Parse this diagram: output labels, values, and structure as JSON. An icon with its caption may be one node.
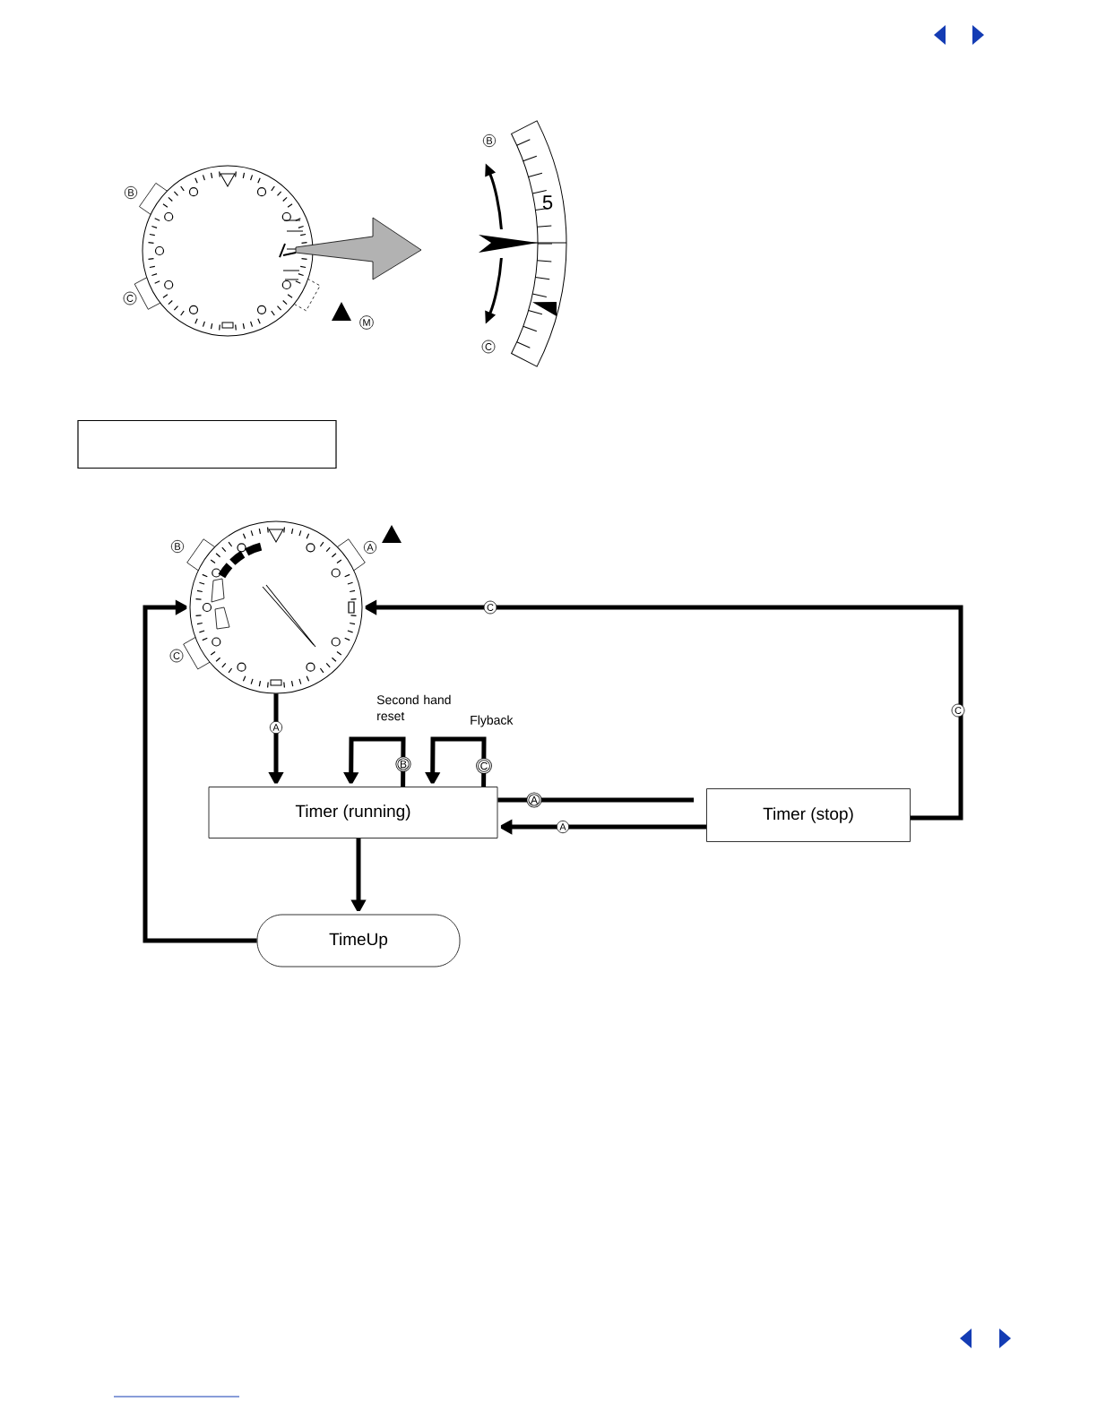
{
  "diagram": {
    "nodes": [
      {
        "text": [],
        "shape": "box"
      },
      {
        "text": [],
        "shape": "picture"
      },
      {
        "text": [
          "Timer (running)"
        ]
      },
      {
        "text": [
          "Timer (stop)"
        ]
      },
      {
        "text": [
          "TimeUp"
        ]
      }
    ],
    "edges": [
      {
        "from": 1,
        "to": 2,
        "arrow": "to",
        "label": "A"
      },
      {
        "from": 2,
        "to": 2,
        "arrow": "to",
        "label": "B"
      },
      {
        "from": 2,
        "to": 2,
        "arrow": "to",
        "label": "C"
      },
      {
        "from": 2,
        "to": 3,
        "arrow": "none",
        "label": "A"
      },
      {
        "from": 3,
        "to": 2,
        "arrow": "to",
        "label": "A"
      },
      {
        "from": 3,
        "to": 1,
        "arrow": "to",
        "label": "C"
      },
      {
        "from": 2,
        "to": 4,
        "arrow": "to"
      },
      {
        "from": 4,
        "to": 1,
        "arrow": "to"
      }
    ],
    "labels": [
      "B",
      "C",
      "M",
      "B",
      "5",
      "C",
      "B",
      "A",
      "C",
      "Second hand reset",
      "Flyback",
      "C"
    ]
  }
}
